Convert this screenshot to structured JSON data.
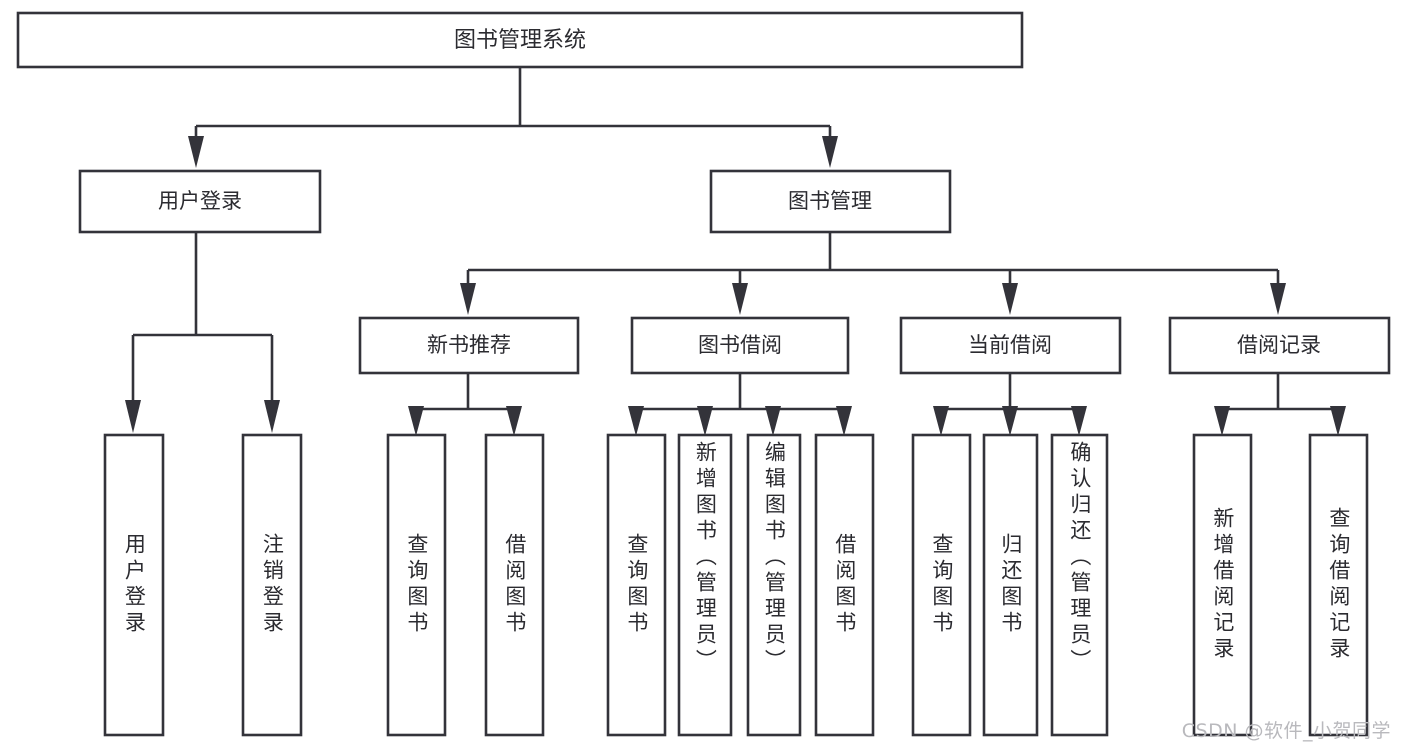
{
  "diagram": {
    "title": "图书管理系统",
    "type": "tree",
    "watermark": "CSDN @软件_小贺同学",
    "colors": {
      "stroke": "#33333a",
      "box_fill": "#ffffff",
      "text": "#2b2b30",
      "background": "#ffffff",
      "watermark": "#b9b9bd"
    },
    "levels": {
      "root": "图书管理系统",
      "level2": [
        "用户登录",
        "图书管理"
      ],
      "level3": [
        "新书推荐",
        "图书借阅",
        "当前借阅",
        "借阅记录"
      ],
      "leaves": [
        "用户登录",
        "注销登录",
        "查询图书",
        "借阅图书",
        "查询图书",
        "新增图书（管理员）",
        "编辑图书（管理员）",
        "借阅图书",
        "查询图书",
        "归还图书",
        "确认归还（管理员）",
        "新增借阅记录",
        "查询借阅记录"
      ]
    },
    "nodes": {
      "root": {
        "label": "图书管理系统"
      },
      "user_login": {
        "label": "用户登录"
      },
      "book_manage": {
        "label": "图书管理"
      },
      "new_book_rec": {
        "label": "新书推荐"
      },
      "book_borrow": {
        "label": "图书借阅"
      },
      "current_borrow": {
        "label": "当前借阅"
      },
      "borrow_record": {
        "label": "借阅记录"
      },
      "leaf_user_login": {
        "label": "用户登录"
      },
      "leaf_logout": {
        "label": "注销登录"
      },
      "leaf_query_book_1": {
        "label": "查询图书"
      },
      "leaf_borrow_book_1": {
        "label": "借阅图书"
      },
      "leaf_query_book_2": {
        "label": "查询图书"
      },
      "leaf_add_book": {
        "label": "新增图书（管理员）"
      },
      "leaf_edit_book": {
        "label": "编辑图书（管理员）"
      },
      "leaf_borrow_book_2": {
        "label": "借阅图书"
      },
      "leaf_query_book_3": {
        "label": "查询图书"
      },
      "leaf_return_book": {
        "label": "归还图书"
      },
      "leaf_confirm_return": {
        "label": "确认归还（管理员）"
      },
      "leaf_add_record": {
        "label": "新增借阅记录"
      },
      "leaf_query_record": {
        "label": "查询借阅记录"
      }
    },
    "edges": [
      {
        "from": "root",
        "to": "user_login"
      },
      {
        "from": "root",
        "to": "book_manage"
      },
      {
        "from": "user_login",
        "to": "leaf_user_login"
      },
      {
        "from": "user_login",
        "to": "leaf_logout"
      },
      {
        "from": "book_manage",
        "to": "new_book_rec"
      },
      {
        "from": "book_manage",
        "to": "book_borrow"
      },
      {
        "from": "book_manage",
        "to": "current_borrow"
      },
      {
        "from": "book_manage",
        "to": "borrow_record"
      },
      {
        "from": "new_book_rec",
        "to": "leaf_query_book_1"
      },
      {
        "from": "new_book_rec",
        "to": "leaf_borrow_book_1"
      },
      {
        "from": "book_borrow",
        "to": "leaf_query_book_2"
      },
      {
        "from": "book_borrow",
        "to": "leaf_add_book"
      },
      {
        "from": "book_borrow",
        "to": "leaf_edit_book"
      },
      {
        "from": "book_borrow",
        "to": "leaf_borrow_book_2"
      },
      {
        "from": "current_borrow",
        "to": "leaf_query_book_3"
      },
      {
        "from": "current_borrow",
        "to": "leaf_return_book"
      },
      {
        "from": "current_borrow",
        "to": "leaf_confirm_return"
      },
      {
        "from": "borrow_record",
        "to": "leaf_add_record"
      },
      {
        "from": "borrow_record",
        "to": "leaf_query_record"
      }
    ]
  }
}
